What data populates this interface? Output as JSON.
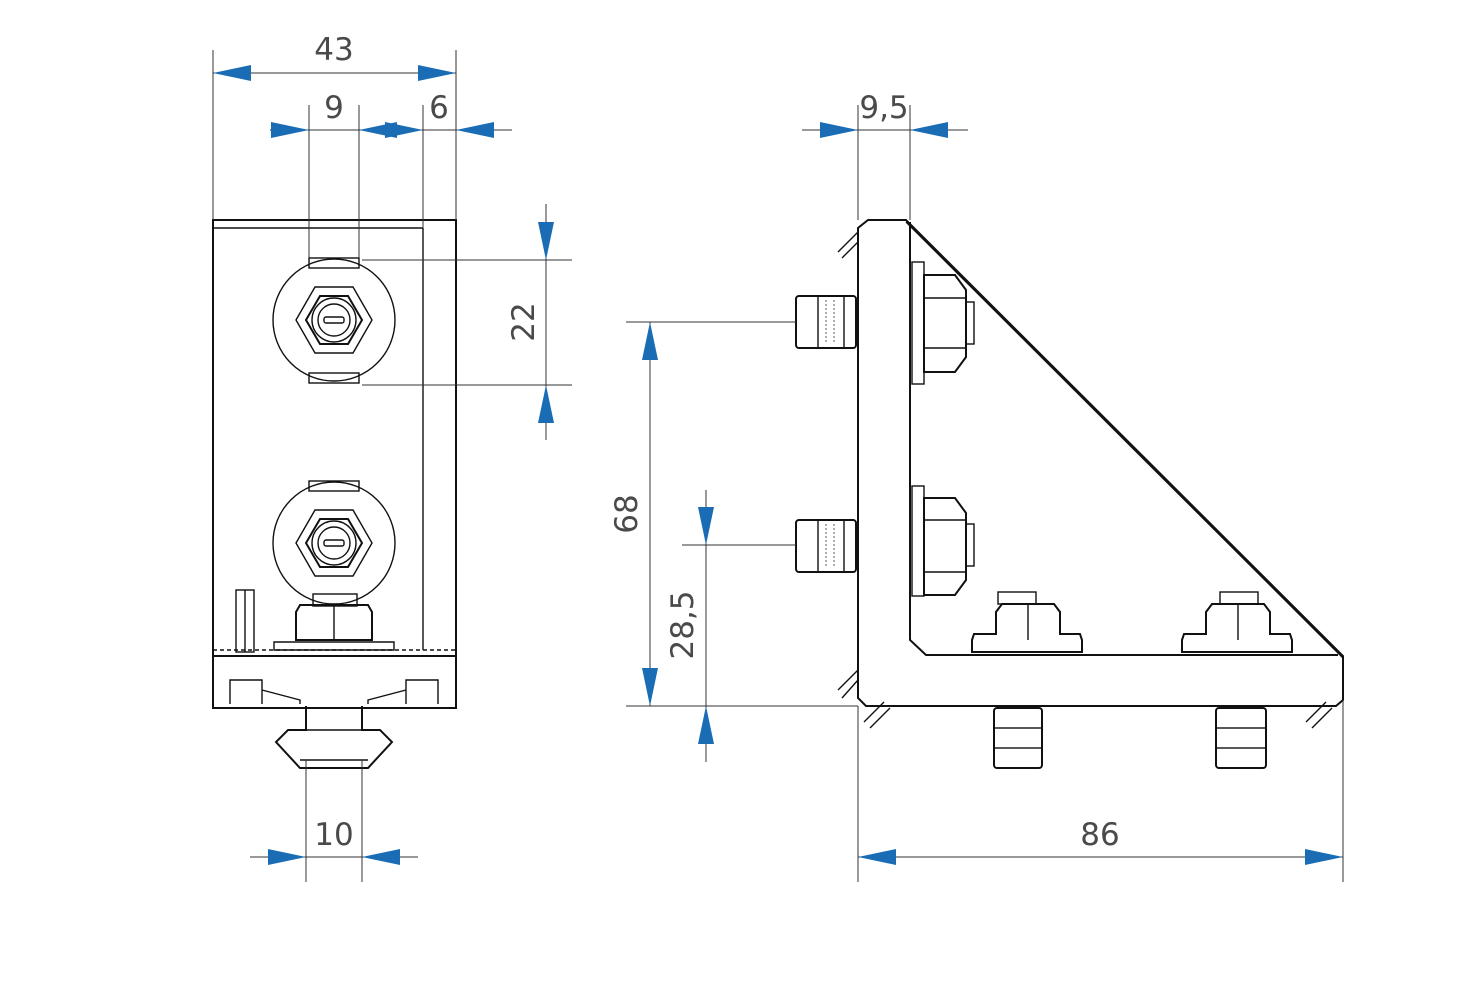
{
  "colors": {
    "arrow": "#1a6cb5",
    "dimension_line": "#333333",
    "dimension_text": "#4a4a4a",
    "outline": "#111111",
    "background": "#ffffff"
  },
  "dimensions": {
    "front_overall_width": "43",
    "front_slot_offset": "9",
    "front_edge_offset": "6",
    "front_hole_pitch": "22",
    "front_tnut_width": "10",
    "side_leg_thickness": "9,5",
    "side_vertical_hole_spacing": "68",
    "side_lower_hole_height": "28,5",
    "side_overall_length": "86"
  }
}
